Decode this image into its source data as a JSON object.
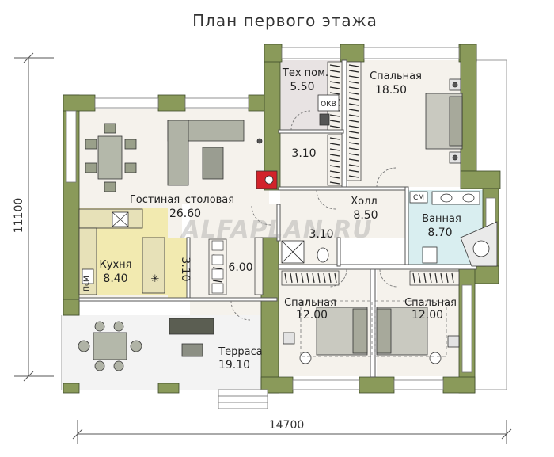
{
  "title": "План первого этажа",
  "watermark": "ALFAPLAN.RU",
  "dimensions": {
    "width": "14700",
    "height": "11100"
  },
  "rooms": {
    "tech": {
      "name": "Тех пом.",
      "area": "5.50"
    },
    "bedroom_main": {
      "name": "Спальная",
      "area": "18.50"
    },
    "storage_top": {
      "area": "3.10"
    },
    "living": {
      "name": "Гостиная–столовая",
      "area": "26.60"
    },
    "hall": {
      "name": "Холл",
      "area": "8.50"
    },
    "wc": {
      "area": "3.10"
    },
    "bath": {
      "name": "Ванная",
      "area": "8.70"
    },
    "kitchen": {
      "name": "Кухня",
      "area": "8.40"
    },
    "pantry": {
      "area": "3.10"
    },
    "corridor": {
      "area": "6.00"
    },
    "bedroom_left": {
      "name": "Спальная",
      "area": "12.00"
    },
    "bedroom_right": {
      "name": "Спальная",
      "area": "12.00"
    },
    "terrace": {
      "name": "Терраса",
      "area": "19.10"
    }
  },
  "labels": {
    "okv": "ОКВ",
    "pm": "ПсМ",
    "sm": "СМ"
  },
  "colors": {
    "wall": "#8a9a5a",
    "wall_dark": "#3d4a2a",
    "floor": "#f5f2ec",
    "kitchen": "#f2eab0",
    "bath": "#d9eef0",
    "tech": "#e8e3e3",
    "terrace": "#f3f3f3"
  }
}
